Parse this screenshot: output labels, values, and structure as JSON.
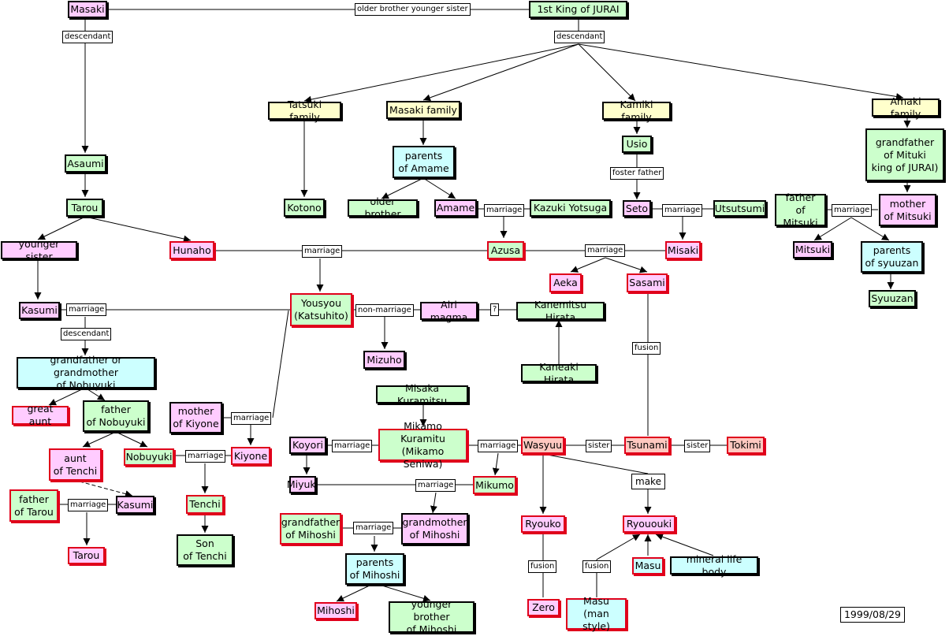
{
  "nodes": {
    "masaki": "Masaki",
    "king": "1st King of JURAI",
    "tatsuki": "Tatsuki family",
    "masakiFam": "Masaki family",
    "kamiki": "Kamiki family",
    "amaki": "Amaki family",
    "asaumi": "Asaumi",
    "parentsAmame": "parents\nof Amame",
    "usio": "Usio",
    "grandMituki": "grandfather\nof Mituki\nking of JURAI)",
    "tarou": "Tarou",
    "kotono": "Kotono",
    "olderBrother": "older brother",
    "amame": "Amame",
    "kazuki": "Kazuki Yotsuga",
    "seto": "Seto",
    "utsutsumi": "Utsutsumi",
    "fatherMitsuki": "father\nof Mitsuki",
    "motherMitsuki": "mother\nof Mitsuki",
    "youngerSister": "younger sister",
    "hunaho": "Hunaho",
    "azusa": "Azusa",
    "misaki": "Misaki",
    "mitsuki": "Mitsuki",
    "parentsSyuuzan": "parents\nof syuuzan",
    "aeka": "Aeka",
    "sasami": "Sasami",
    "syuuzan": "Syuuzan",
    "kasumi1": "Kasumi",
    "yousyou": "Yousyou\n(Katsuhito)",
    "airi": "Airi magma",
    "kanemitsu": "Kanemitsu Hirata",
    "mizuho": "Mizuho",
    "kaneaki": "Kaneaki Hirata",
    "grandNobuyuki": "grandfather or grandmother\nof Nobuyuki",
    "misaka": "Misaka Kuramitsu",
    "greatAunt": "great aunt",
    "fatherNobuyuki": "father\nof Nobuyuki",
    "motherKiyone": "mother\nof Kiyone",
    "koyori": "Koyori",
    "mikamo": "Mikamo Kuramitu\n(Mikamo Seniwa)",
    "wasyuu": "Wasyuu",
    "tsunami": "Tsunami",
    "tokimi": "Tokimi",
    "auntTenchi": "aunt\nof Tenchi",
    "nobuyuki": "Nobuyuki",
    "kiyone": "Kiyone",
    "miyuki": "Miyuki",
    "mikumo": "Mikumo",
    "fatherTarou": "father\nof Tarou",
    "kasumi2": "Kasumi",
    "tenchi": "Tenchi",
    "grandfatherMihoshi": "grandfather\nof Mihoshi",
    "grandmotherMihoshi": "grandmother\nof Mihoshi",
    "ryouko": "Ryouko",
    "ryououki": "Ryououki",
    "sonTenchi": "Son\nof Tenchi",
    "tarou2": "Tarou",
    "parentsMihoshi": "parents\nof Mihoshi",
    "masu1": "Masu",
    "mineral": "mineral life body",
    "mihoshi": "Mihoshi",
    "youngerBrotherMihoshi": "younger brother\nof Mihoshi",
    "zero": "Zero",
    "masu2": "Masu\n(man style)",
    "date": "1999/08/29"
  },
  "labels": {
    "olderYounger": "older brother younger sister",
    "descendant": "descendant",
    "marriage": "marriage",
    "fosterFather": "foster father",
    "nonMarriage": "non-marriage",
    "question": "?",
    "fusion": "fusion",
    "sister": "sister",
    "make": "make"
  },
  "colors": {
    "pink": "#ffccff",
    "green": "#ccffcc",
    "yellow": "#ffffcc",
    "cyan": "#ccffff",
    "salmon": "#ffc8c0",
    "redBorder": "#e0001b"
  }
}
